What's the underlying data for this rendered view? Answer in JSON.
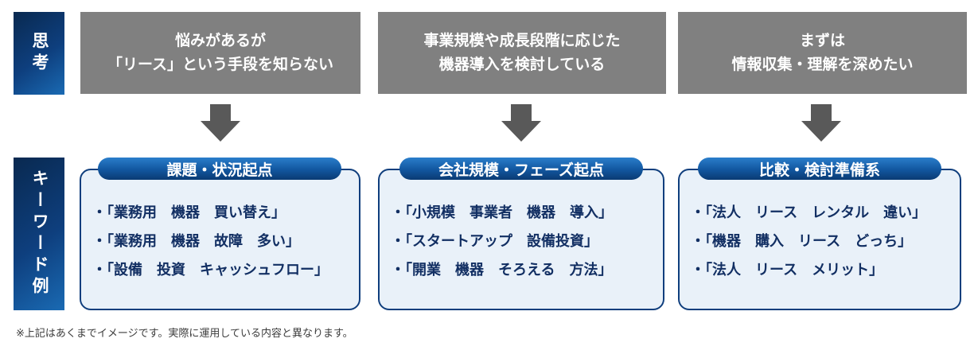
{
  "sidebar": {
    "thought_label": "思考",
    "keyword_label": "キーワード例"
  },
  "columns": [
    {
      "thought_line1": "悩みがあるが",
      "thought_line2": "「リース」という手段を知らない",
      "category": "課題・状況起点",
      "keywords": [
        "・「業務用　機器　買い替え」",
        "・「業務用　機器　故障　多い」",
        "・「設備　投資　キャッシュフロー」"
      ]
    },
    {
      "thought_line1": "事業規模や成長段階に応じた",
      "thought_line2": "機器導入を検討している",
      "category": "会社規模・フェーズ起点",
      "keywords": [
        "・「小規模　事業者　機器　導入」",
        "・「スタートアップ　設備投資」",
        "・「開業　機器　そろえる　方法」"
      ]
    },
    {
      "thought_line1": "まずは",
      "thought_line2": "情報収集・理解を深めたい",
      "category": "比較・検討準備系",
      "keywords": [
        "・「法人　リース　レンタル　違い」",
        "・「機器　購入　リース　どっち」",
        "・「法人　リース　メリット」"
      ]
    }
  ],
  "footnote": "※上記はあくまでイメージです。実際に運用している内容と異なります。",
  "colors": {
    "gray_box": "#808080",
    "arrow": "#595959",
    "label_gradient_start": "#092950",
    "label_gradient_end": "#1a6ab3",
    "pill_gradient_start": "#2a7ecb",
    "pill_gradient_end": "#0a3b73",
    "keyword_box_bg": "#e9f1f9",
    "keyword_box_border": "#0f3e7d",
    "keyword_text": "#122f63"
  }
}
